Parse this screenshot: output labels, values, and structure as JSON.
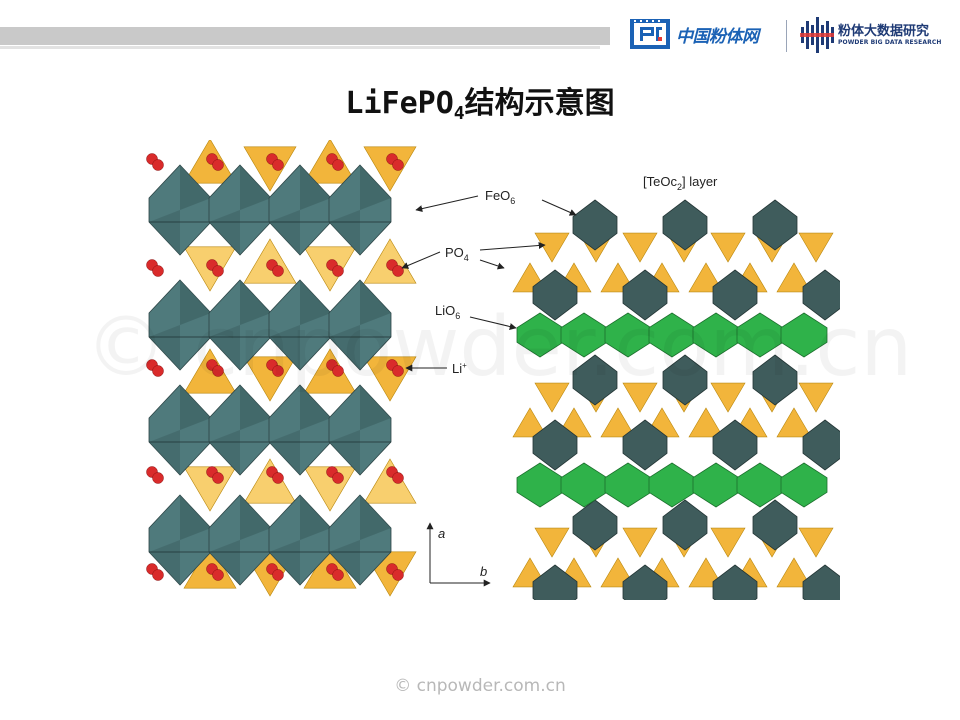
{
  "header": {
    "logo1_text": "中国粉体网",
    "logo2_cn": "粉体大数据研究",
    "logo2_en": "POWDER BIG DATA RESEARCH"
  },
  "title": {
    "main": "LiFePO",
    "sub": "4",
    "rest": "结构示意图"
  },
  "labels": {
    "feo6": "FeO",
    "feo6_sub": "6",
    "po4": "PO",
    "po4_sub": "4",
    "lio6": "LiO",
    "lio6_sub": "6",
    "li": "Li",
    "li_sup": "+",
    "teoc2_pre": "[TeOc",
    "teoc2_sub": "2",
    "teoc2_post": "] layer",
    "axis_a": "a",
    "axis_b": "b"
  },
  "watermark": "© cnpowder.com.cn",
  "footer": "© cnpowder.com.cn",
  "colors": {
    "fe_octahedron": "#4f7a7c",
    "fe_octahedron_dark": "#3b5d5f",
    "po4_tetra": "#f2b53b",
    "po4_tetra_light": "#f8cf6e",
    "lio6": "#2fb24a",
    "li_atom": "#d92b2b",
    "oct_right": "#3f5c5c"
  }
}
